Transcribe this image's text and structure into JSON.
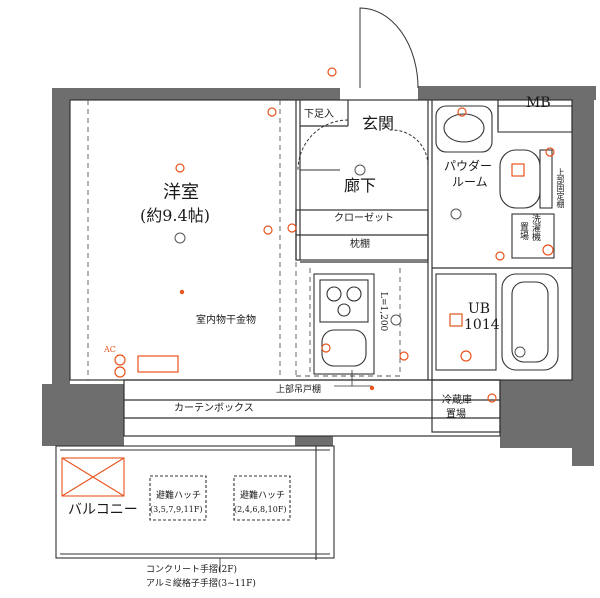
{
  "rooms": {
    "western_room": {
      "name": "洋室",
      "size": "(約9.4帖)"
    },
    "entrance": "玄関",
    "shoe_box": "下足入",
    "corridor": "廊下",
    "closet": "クローゼット",
    "shelf": "枕棚",
    "powder_room": {
      "line1": "パウダー",
      "line2": "ルーム"
    },
    "unit_bath": {
      "line1": "UB",
      "line2": "1014"
    },
    "mb": "MB",
    "balcony": "バルコニー",
    "fridge": {
      "line1": "冷蔵庫",
      "line2": "置場"
    }
  },
  "annotations": {
    "indoor_drying": "室内物干金物",
    "ceiling_cabinet": "上部吊戸棚",
    "curtain_box": "カーテンボックス",
    "kitchen_length": "L=1,200",
    "washer": {
      "line1": "洗濯機",
      "line2": "置場"
    },
    "upper_shelf": "上部固定棚",
    "hatch_left": {
      "line1": "避難ハッチ",
      "line2": "(3,5,7,9,11F)"
    },
    "hatch_right": {
      "line1": "避難ハッチ",
      "line2": "(2,4,6,8,10F)"
    },
    "railing_concrete": "コンクリート手摺(2F)",
    "railing_aluminum": "アルミ縦格子手摺(3~11F)",
    "ac_mark": "AC"
  },
  "colors": {
    "wall": "#6e6e6e",
    "line": "#333333",
    "electric": "#e8541e",
    "background": "#ffffff"
  }
}
